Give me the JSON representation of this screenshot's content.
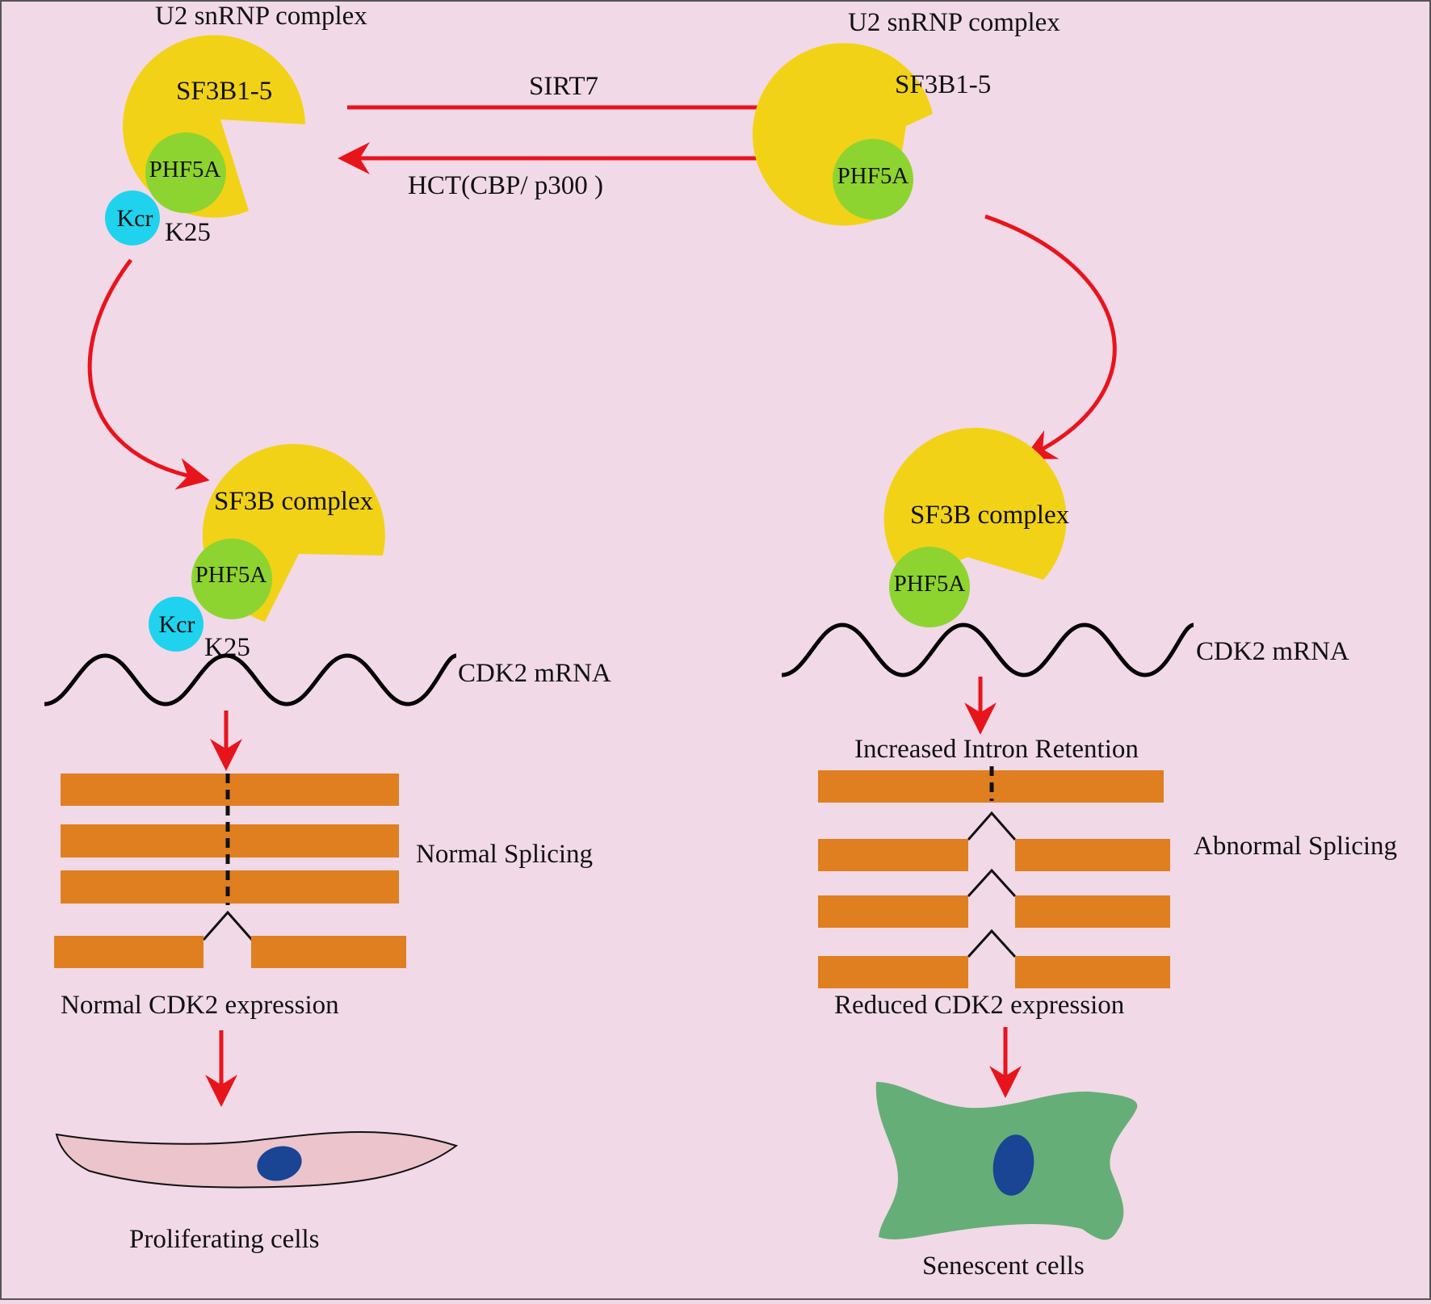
{
  "colors": {
    "background": "#f1d9e7",
    "sf3b": "#f2d216",
    "phf5a": "#8ed430",
    "kcr": "#1fd3ee",
    "arrow": "#e8141c",
    "exon": "#e07f20",
    "proliferating_cell": "#ecc4cc",
    "senescent_cell": "#66ae77",
    "nucleus": "#1a4494"
  },
  "top_left": {
    "title": "U2 snRNP complex",
    "sf3b_label": "SF3B1-5",
    "phf5a_label": "PHF5A",
    "kcr_label": "Kcr",
    "site_label": "K25"
  },
  "top_right": {
    "title": "U2 snRNP complex",
    "sf3b_label": "SF3B1-5",
    "phf5a_label": "PHF5A"
  },
  "arrows": {
    "forward_label": "SIRT7",
    "reverse_label": "HCT(CBP/ p300 )"
  },
  "left_branch": {
    "complex_label": "SF3B complex",
    "phf5a_label": "PHF5A",
    "kcr_label": "Kcr",
    "site_label": "K25",
    "mrna_label": "CDK2 mRNA",
    "splicing_label": "Normal Splicing",
    "expression_label": "Normal CDK2 expression",
    "cell_label": "Proliferating cells"
  },
  "right_branch": {
    "complex_label": "SF3B complex",
    "phf5a_label": "PHF5A",
    "mrna_label": "CDK2 mRNA",
    "retention_label": "Increased Intron Retention",
    "splicing_label": "Abnormal Splicing",
    "expression_label": "Reduced CDK2 expression",
    "cell_label": "Senescent cells"
  }
}
